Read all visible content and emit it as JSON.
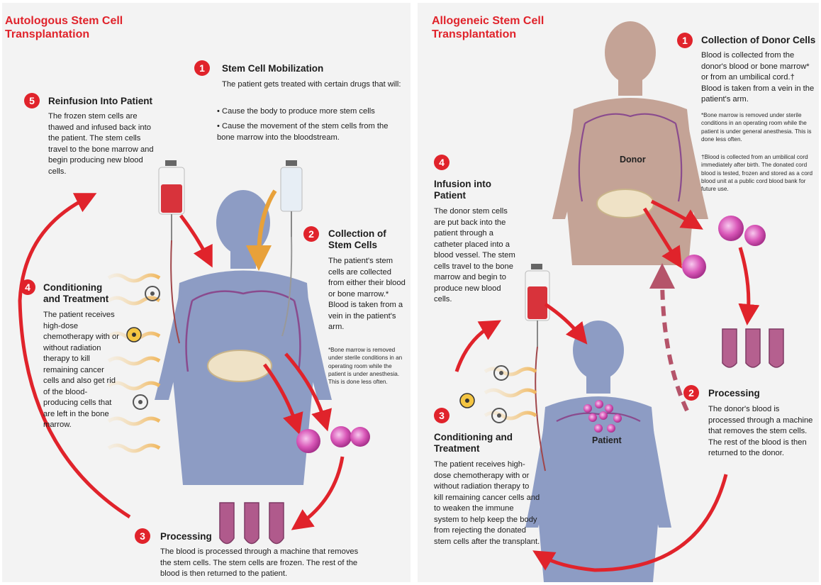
{
  "autologous": {
    "title_line1": "Autologous Stem Cell",
    "title_line2": "Transplantation",
    "steps": {
      "s1": {
        "num": "1",
        "title": "Stem Cell Mobilization",
        "text": "The patient gets treated with certain drugs that will:",
        "bullet1": "Cause the body to produce more stem cells",
        "bullet2": "Cause the movement of the stem cells from the bone marrow into the bloodstream."
      },
      "s2": {
        "num": "2",
        "title": "Collection of Stem Cells",
        "text": "The patient's stem cells are collected from either their blood or bone marrow.* Blood is taken from a vein in the patient's arm.",
        "note": "*Bone marrow is removed under sterile conditions in an operating room while the patient is under anesthesia. This is done less often."
      },
      "s3": {
        "num": "3",
        "title": "Processing",
        "text": "The blood is processed through a machine that removes the stem cells. The stem cells are frozen. The rest of the blood is then returned to the patient."
      },
      "s4": {
        "num": "4",
        "title": "Conditioning and Treatment",
        "text": "The patient receives high-dose chemotherapy with or without radiation therapy to kill remaining cancer cells and also get rid of the blood-producing cells that are left in the bone marrow."
      },
      "s5": {
        "num": "5",
        "title": "Reinfusion Into Patient",
        "text": "The frozen stem cells are thawed and infused back into the patient. The stem cells travel to the bone marrow and begin producing new blood cells."
      }
    }
  },
  "allogeneic": {
    "title_line1": "Allogeneic Stem Cell",
    "title_line2": "Transplantation",
    "donor_label": "Donor",
    "patient_label": "Patient",
    "steps": {
      "s1": {
        "num": "1",
        "title": "Collection of Donor Cells",
        "text": "Blood is collected from the donor's blood or bone marrow* or from an umbilical cord.† Blood is taken from a vein in the patient's arm.",
        "note1": "*Bone marrow is removed under sterile conditions in an operating room while the patient is under general anesthesia. This is done less often.",
        "note2": "†Blood is collected from an umbilical cord immediately after birth. The donated cord blood is tested, frozen and stored as a cord blood unit at a public cord blood bank for future use."
      },
      "s2": {
        "num": "2",
        "title": "Processing",
        "text": "The donor's blood is processed through a machine that removes the stem cells. The rest of the blood is then returned to the donor."
      },
      "s3": {
        "num": "3",
        "title": "Conditioning and Treatment",
        "text": "The patient receives high-dose chemotherapy with or without radiation therapy to kill remaining cancer cells and to weaken the immune system to help keep the body from rejecting the donated stem cells after the transplant."
      },
      "s4": {
        "num": "4",
        "title": "Infusion into Patient",
        "text": "The donor stem cells are put back into the patient through a catheter placed into a blood vessel. The stem cells travel to the bone marrow and begin to produce new blood cells."
      }
    }
  },
  "colors": {
    "accent": "#e0232b",
    "body_blue": "#8d9cc4",
    "body_tan": "#c4a396",
    "cell_pink": "#d957b8",
    "vein_purple": "#8a4b8e",
    "gold": "#e8a13a"
  }
}
